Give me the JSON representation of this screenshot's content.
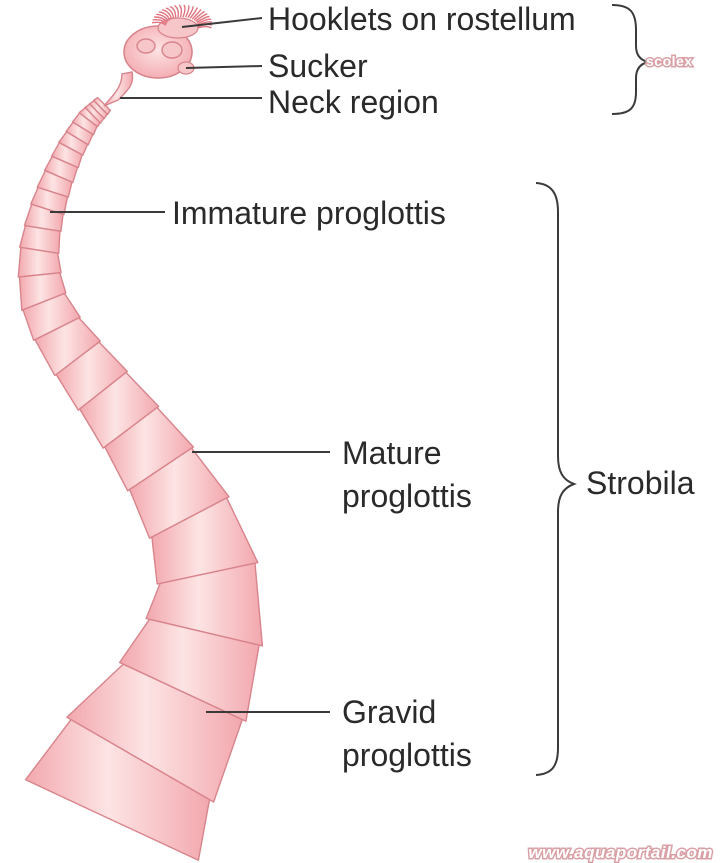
{
  "labels": {
    "hooklets": "Hooklets on rostellum",
    "sucker": "Sucker",
    "neck": "Neck region",
    "immature": "Immature proglottis",
    "mature_1": "Mature",
    "mature_2": "proglottis",
    "gravid_1": "Gravid",
    "gravid_2": "proglottis",
    "strobila": "Strobila",
    "scolex": "scolex"
  },
  "watermark": "www.aquaportail.com",
  "colors": {
    "body_fill": "#f6b8bc",
    "body_highlight": "#fde4e4",
    "segment_line": "#d8848c",
    "label_text": "#2a2a2a",
    "watermark_stroke": "#d9a1a6"
  }
}
